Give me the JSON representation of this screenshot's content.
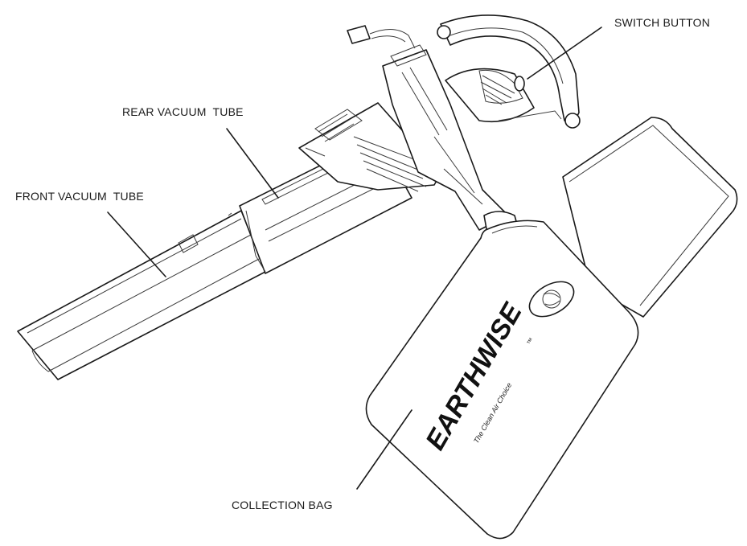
{
  "labels": {
    "switch_button": "SWITCH BUTTON",
    "rear_vacuum_tube": "REAR VACUUM  TUBE",
    "front_vacuum_tube": "FRONT VACUUM  TUBE",
    "collection_bag": "COLLECTION BAG"
  },
  "logo": {
    "brand": "EARTHWISE",
    "tagline": "The Clean Air Choice",
    "trademark": "™"
  },
  "colors": {
    "line": "#1a1a1a",
    "background": "#ffffff"
  }
}
